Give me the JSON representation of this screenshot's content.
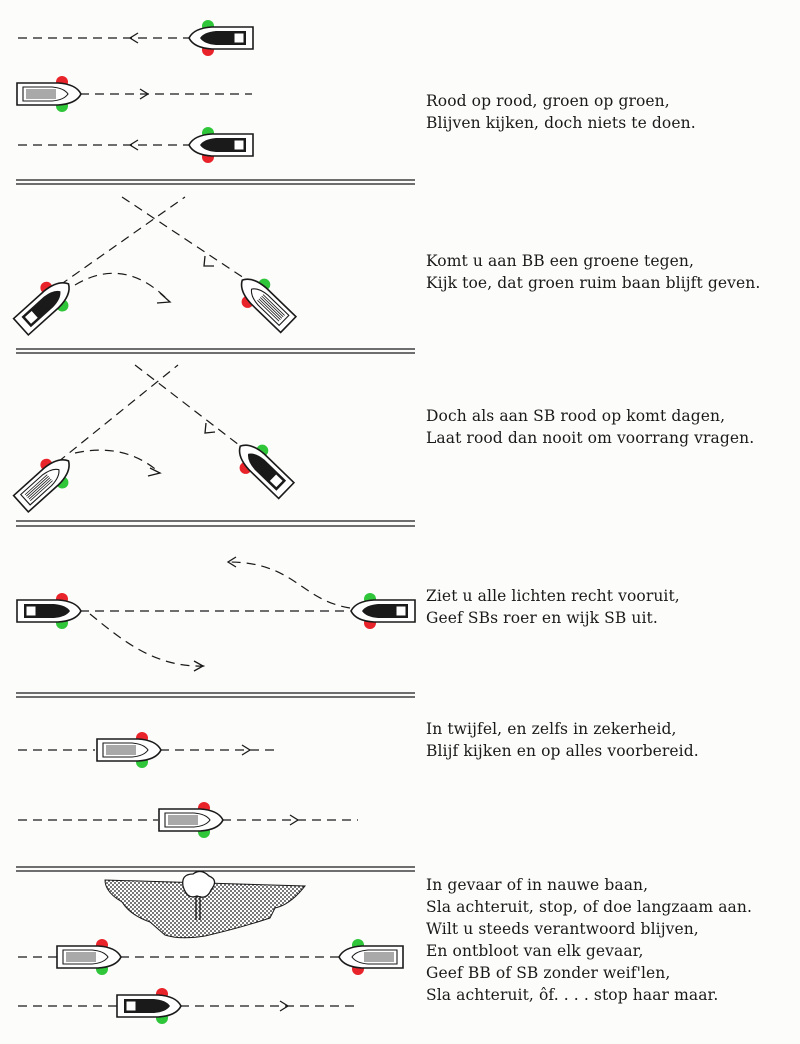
{
  "colors": {
    "red_light": "#e8242a",
    "green_light": "#2fc63a",
    "ink": "#1a1a1a"
  },
  "sections": [
    {
      "lines": [
        "Rood op rood, groen op groen,",
        "Blijven kijken, doch niets te doen."
      ]
    },
    {
      "lines": [
        "Komt u aan BB een groene tegen,",
        "Kijk toe, dat groen ruim baan blijft geven."
      ]
    },
    {
      "lines": [
        "Doch als aan SB rood op komt dagen,",
        "Laat rood dan nooit om voorrang vragen."
      ]
    },
    {
      "lines": [
        "Ziet u alle lichten recht vooruit,",
        "Geef SBs roer en wijk SB uit."
      ]
    },
    {
      "lines": [
        "In twijfel, en zelfs in zekerheid,",
        "Blijf kijken en op alles voorbereid."
      ]
    },
    {
      "lines": [
        "In gevaar of in nauwe baan,",
        "Sla achteruit, stop, of doe langzaam aan.",
        "Wilt u steeds verantwoord blijven,",
        "En ontbloot van elk gevaar,",
        "Geef BB of SB zonder weif'len,",
        "Sla achteruit, ôf. . . . stop haar maar."
      ]
    }
  ]
}
